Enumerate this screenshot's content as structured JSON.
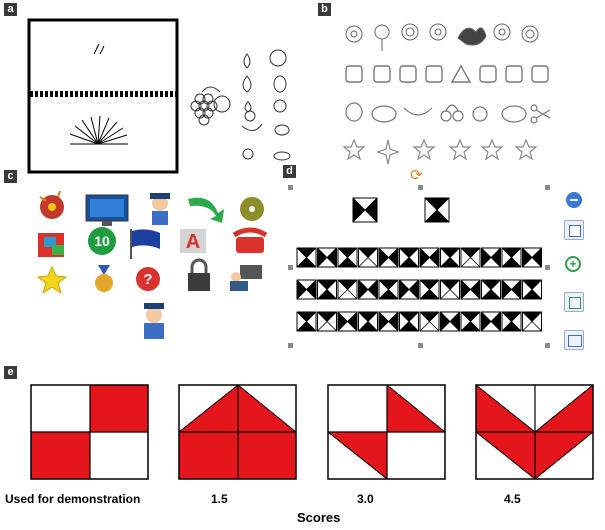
{
  "panels": {
    "a": {
      "label": "a"
    },
    "b": {
      "label": "b"
    },
    "c": {
      "label": "c"
    },
    "d": {
      "label": "d"
    },
    "e": {
      "label": "e"
    }
  },
  "panel_e": {
    "figure_captions": [
      "Used for demonstration",
      "1.5",
      "3.0",
      "4.5"
    ],
    "axis_caption": "Scores",
    "fill_color": "#e5161b"
  },
  "panel_d": {
    "toolbar_icons": [
      "minus-circle-icon",
      "image-edit-icon",
      "zoom-in-icon",
      "crop-icon",
      "window-icon"
    ],
    "rotate_icon": "rotate-icon",
    "target_glyphs": 2,
    "grid_rows": 3
  },
  "panel_c": {
    "icons": [
      "flower-icon",
      "monitor-icon",
      "policeman-icon",
      "green-arrow-icon",
      "cd-icon",
      "cube-icon",
      "number-10-icon",
      "flag-icon",
      "letter-a-icon",
      "telephone-icon",
      "star-icon",
      "medal-icon",
      "question-icon",
      "padlock-icon",
      "computer-user-icon",
      "policeman-target-icon"
    ],
    "number_badge": "10",
    "letter_badge": "A",
    "question_mark": "?"
  }
}
